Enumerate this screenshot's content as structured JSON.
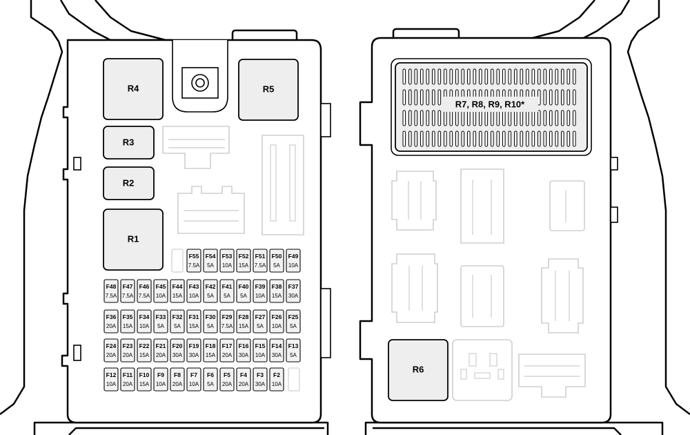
{
  "relays_left": [
    {
      "id": "r4",
      "label": "R4"
    },
    {
      "id": "r5",
      "label": "R5"
    },
    {
      "id": "r3",
      "label": "R3"
    },
    {
      "id": "r2",
      "label": "R2"
    },
    {
      "id": "r1",
      "label": "R1"
    }
  ],
  "relays_right": [
    {
      "id": "r7-r10",
      "label": "R7, R8, R9, R10*"
    },
    {
      "id": "r6",
      "label": "R6"
    }
  ],
  "fuse_rows": [
    [
      {
        "name": "F55",
        "amps": "7.5A"
      },
      {
        "name": "F54",
        "amps": "5A"
      },
      {
        "name": "F53",
        "amps": "10A"
      },
      {
        "name": "F52",
        "amps": "15A"
      },
      {
        "name": "F51",
        "amps": "7.5A"
      },
      {
        "name": "F50",
        "amps": "5A"
      },
      {
        "name": "F49",
        "amps": "10A"
      }
    ],
    [
      {
        "name": "F48",
        "amps": "7.5A"
      },
      {
        "name": "F47",
        "amps": "7.5A"
      },
      {
        "name": "F46",
        "amps": "7.5A"
      },
      {
        "name": "F45",
        "amps": "10A"
      },
      {
        "name": "F44",
        "amps": "15A"
      },
      {
        "name": "F43",
        "amps": "10A"
      },
      {
        "name": "F42",
        "amps": "5A"
      },
      {
        "name": "F41",
        "amps": "5A"
      },
      {
        "name": "F40",
        "amps": "5A"
      },
      {
        "name": "F39",
        "amps": "10A"
      },
      {
        "name": "F38",
        "amps": "15A"
      },
      {
        "name": "F37",
        "amps": "30A"
      }
    ],
    [
      {
        "name": "F36",
        "amps": "20A"
      },
      {
        "name": "F35",
        "amps": "15A"
      },
      {
        "name": "F34",
        "amps": "10A"
      },
      {
        "name": "F33",
        "amps": "5A"
      },
      {
        "name": "F32",
        "amps": "5A"
      },
      {
        "name": "F31",
        "amps": "15A"
      },
      {
        "name": "F30",
        "amps": "5A"
      },
      {
        "name": "F29",
        "amps": "7.5A"
      },
      {
        "name": "F28",
        "amps": "15A"
      },
      {
        "name": "F27",
        "amps": "5A"
      },
      {
        "name": "F26",
        "amps": "10A"
      },
      {
        "name": "F25",
        "amps": "5A"
      }
    ],
    [
      {
        "name": "F24",
        "amps": "20A"
      },
      {
        "name": "F23",
        "amps": "20A"
      },
      {
        "name": "F22",
        "amps": "15A"
      },
      {
        "name": "F21",
        "amps": "20A"
      },
      {
        "name": "F20",
        "amps": "30A"
      },
      {
        "name": "F19",
        "amps": "30A"
      },
      {
        "name": "F18",
        "amps": "15A"
      },
      {
        "name": "F17",
        "amps": "20A"
      },
      {
        "name": "F16",
        "amps": "30A"
      },
      {
        "name": "F15",
        "amps": "10A"
      },
      {
        "name": "F14",
        "amps": "30A"
      },
      {
        "name": "F13",
        "amps": "5A"
      }
    ],
    [
      {
        "name": "F12",
        "amps": "10A"
      },
      {
        "name": "F11",
        "amps": "20A"
      },
      {
        "name": "F10",
        "amps": "15A"
      },
      {
        "name": "F9",
        "amps": "10A"
      },
      {
        "name": "F8",
        "amps": "20A"
      },
      {
        "name": "F7",
        "amps": "10A"
      },
      {
        "name": "F6",
        "amps": "5A"
      },
      {
        "name": "F5",
        "amps": "20A"
      },
      {
        "name": "F4",
        "amps": "20A"
      },
      {
        "name": "F3",
        "amps": "30A"
      },
      {
        "name": "F2",
        "amps": "10A"
      }
    ]
  ]
}
